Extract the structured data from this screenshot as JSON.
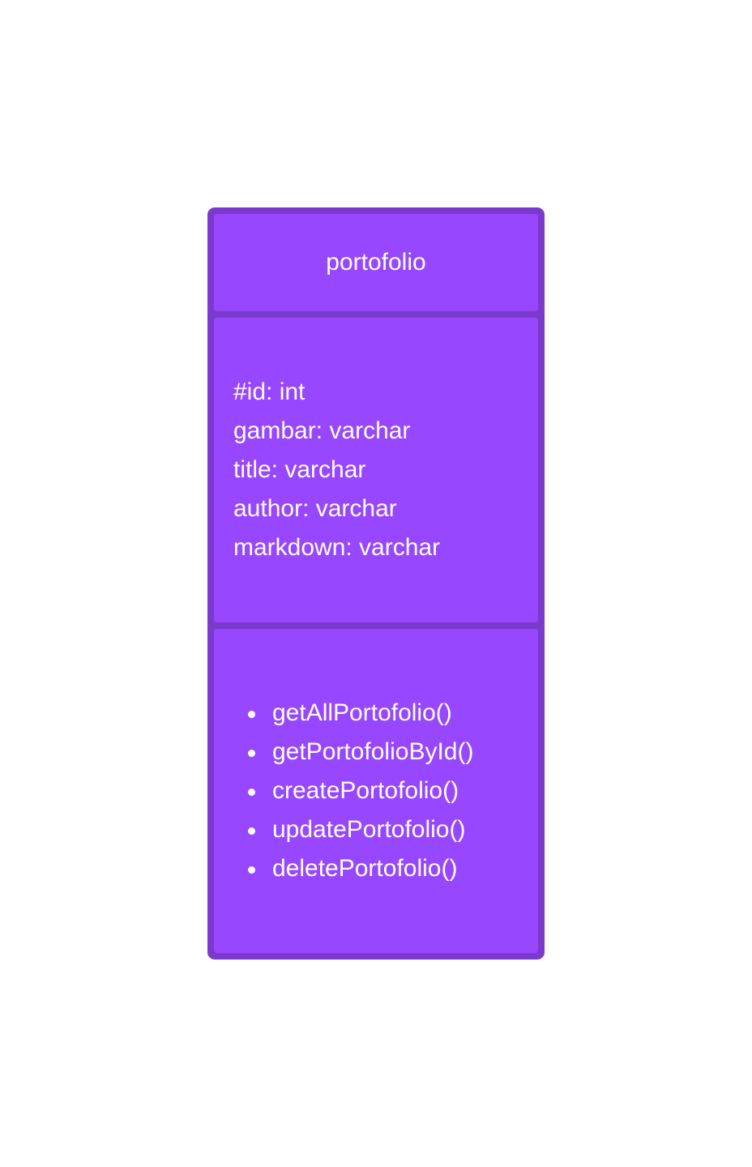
{
  "class": {
    "name": "portofolio",
    "attributes": [
      "#id: int",
      "gambar: varchar",
      "title: varchar",
      "author: varchar",
      "markdown: varchar"
    ],
    "methods": [
      "getAllPortofolio()",
      "getPortofolioById()",
      "createPortofolio()",
      "updatePortofolio()",
      "deletePortofolio()"
    ]
  },
  "colors": {
    "border": "#7c3acd",
    "fill": "#9747ff",
    "text": "#ffffff",
    "background": "#ffffff"
  }
}
